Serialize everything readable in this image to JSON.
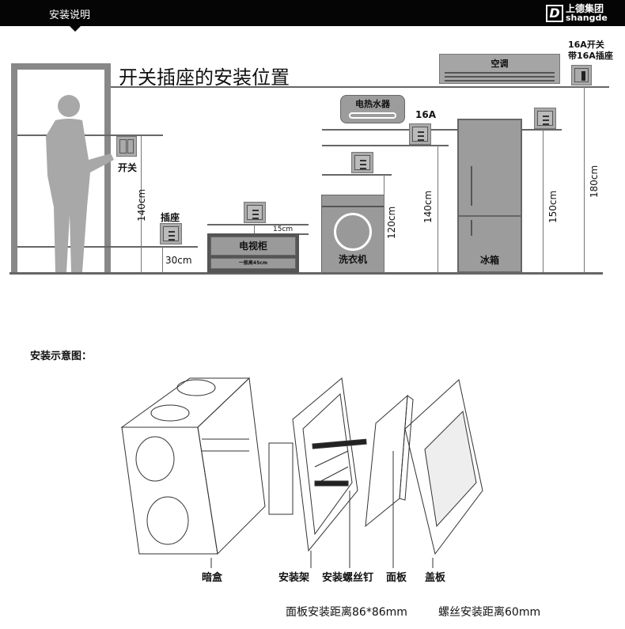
{
  "header": {
    "title": "安装说明",
    "logo_cn": "上德集团",
    "logo_en": "shangde",
    "logo_mark": "D"
  },
  "section1": {
    "title": "开关插座的安装位置",
    "labels": {
      "switch": "开关",
      "socket": "插座",
      "tv_cabinet": "电视柜",
      "tv_cabinet_note": "一般高45cm",
      "washer": "洗衣机",
      "water_heater": "电热水器",
      "fridge": "冰箱",
      "ac": "空调",
      "label_16a": "16A",
      "ac_switch_line1": "16A开关",
      "ac_switch_line2": "带16A插座"
    },
    "dimensions": {
      "switch_height": "140cm",
      "socket_height": "30cm",
      "tv_gap": "15cm",
      "washer_height": "120cm",
      "heater_height": "140cm",
      "fridge_height": "150cm",
      "ac_height": "180cm"
    }
  },
  "section2": {
    "title": "安装示意图：",
    "parts": [
      "暗盒",
      "安装架",
      "安装螺丝钉",
      "面板",
      "盖板"
    ],
    "note1": "面板安装距离86*86mm",
    "note2": "螺丝安装距离60mm"
  }
}
